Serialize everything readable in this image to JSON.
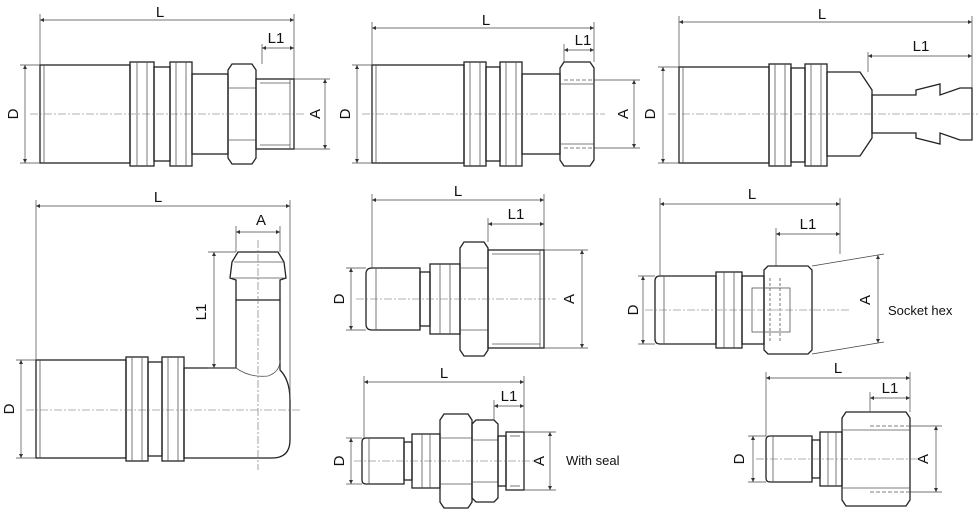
{
  "labels": {
    "L": "L",
    "L1": "L1",
    "D": "D",
    "A": "A",
    "socket_hex": "Socket hex",
    "with_seal": "With seal"
  }
}
